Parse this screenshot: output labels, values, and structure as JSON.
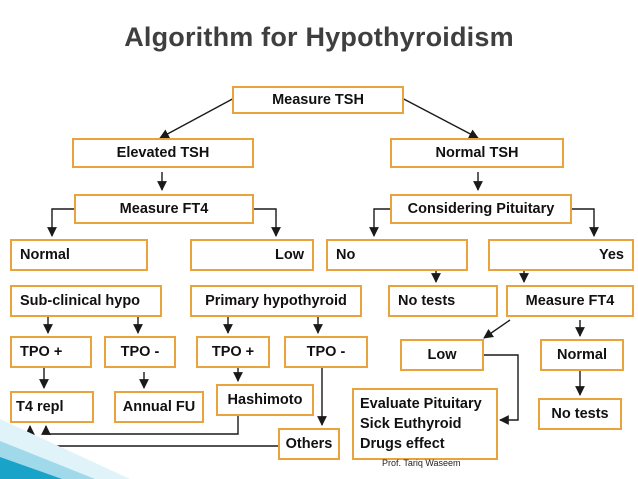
{
  "title": "Algorithm for Hypothyroidism",
  "footer": "Prof. Tariq Waseem",
  "colors": {
    "box_border": "#e8a33c",
    "line": "#1a1a1a",
    "title": "#3f3f3f",
    "accent": "#1aa3c9"
  },
  "nodes": {
    "measure_tsh": "Measure TSH",
    "elevated_tsh": "Elevated TSH",
    "normal_tsh": "Normal TSH",
    "measure_ft4_left": "Measure FT4",
    "considering_pituitary": "Considering Pituitary",
    "normal_left": "Normal",
    "low_left": "Low",
    "no": "No",
    "yes": "Yes",
    "subclinical": "Sub-clinical hypo",
    "primary": "Primary hypothyroid",
    "no_tests_1": "No tests",
    "measure_ft4_right": "Measure FT4",
    "tpo_plus_1": "TPO +",
    "tpo_minus_1": "TPO -",
    "tpo_plus_2": "TPO +",
    "tpo_minus_2": "TPO -",
    "low_right": "Low",
    "normal_right": "Normal",
    "t4_repl": "T4 repl",
    "annual_fu": "Annual FU",
    "hashimoto": "Hashimoto",
    "others": "Others",
    "evaluate": [
      "Evaluate Pituitary",
      "Sick Euthyroid",
      "Drugs effect"
    ],
    "no_tests_2": "No tests"
  }
}
